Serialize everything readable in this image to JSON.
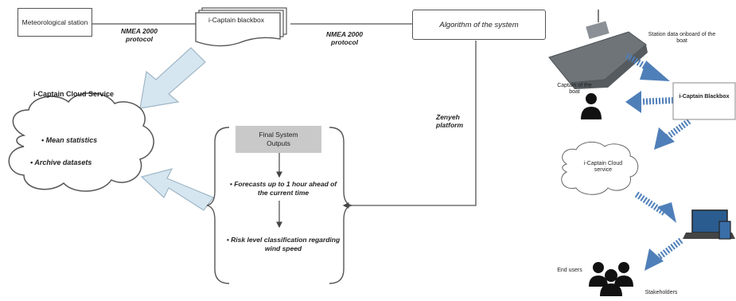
{
  "left_diagram": {
    "meteorological_station": "Meteorological station",
    "blackbox": "i-Captain blackbox",
    "algorithm": "Algorithm of the system",
    "protocol_1_line1": "NMEA 2000",
    "protocol_1_line2": "protocol",
    "protocol_2_line1": "NMEA 2000",
    "protocol_2_line2": "protocol",
    "cloud_title": "i-Captain Cloud Service",
    "cloud_items": [
      "Mean statistics",
      "Archive datasets"
    ],
    "platform_line1": "Zenyeh",
    "platform_line2": "platform",
    "final_outputs": "Final System Outputs",
    "forecast_item": "Forecasts up to 1 hour ahead of the current time",
    "risk_item": "Risk level classification regarding wind speed"
  },
  "right_diagram": {
    "boat_caption": "Station data onboard of the boat",
    "captain_label": "Captain of the boat",
    "blackbox": "i-Captain Blackbox",
    "cloud": "i-Captain Cloud service",
    "end_users": "End users",
    "stakeholders": "Stakeholders"
  },
  "colors": {
    "arrow_fill": "#d6e6f0",
    "arrow_stroke": "#9fb6c6",
    "blue_arrow": "#4f7fb9",
    "box_grey": "#c9c9c9"
  }
}
